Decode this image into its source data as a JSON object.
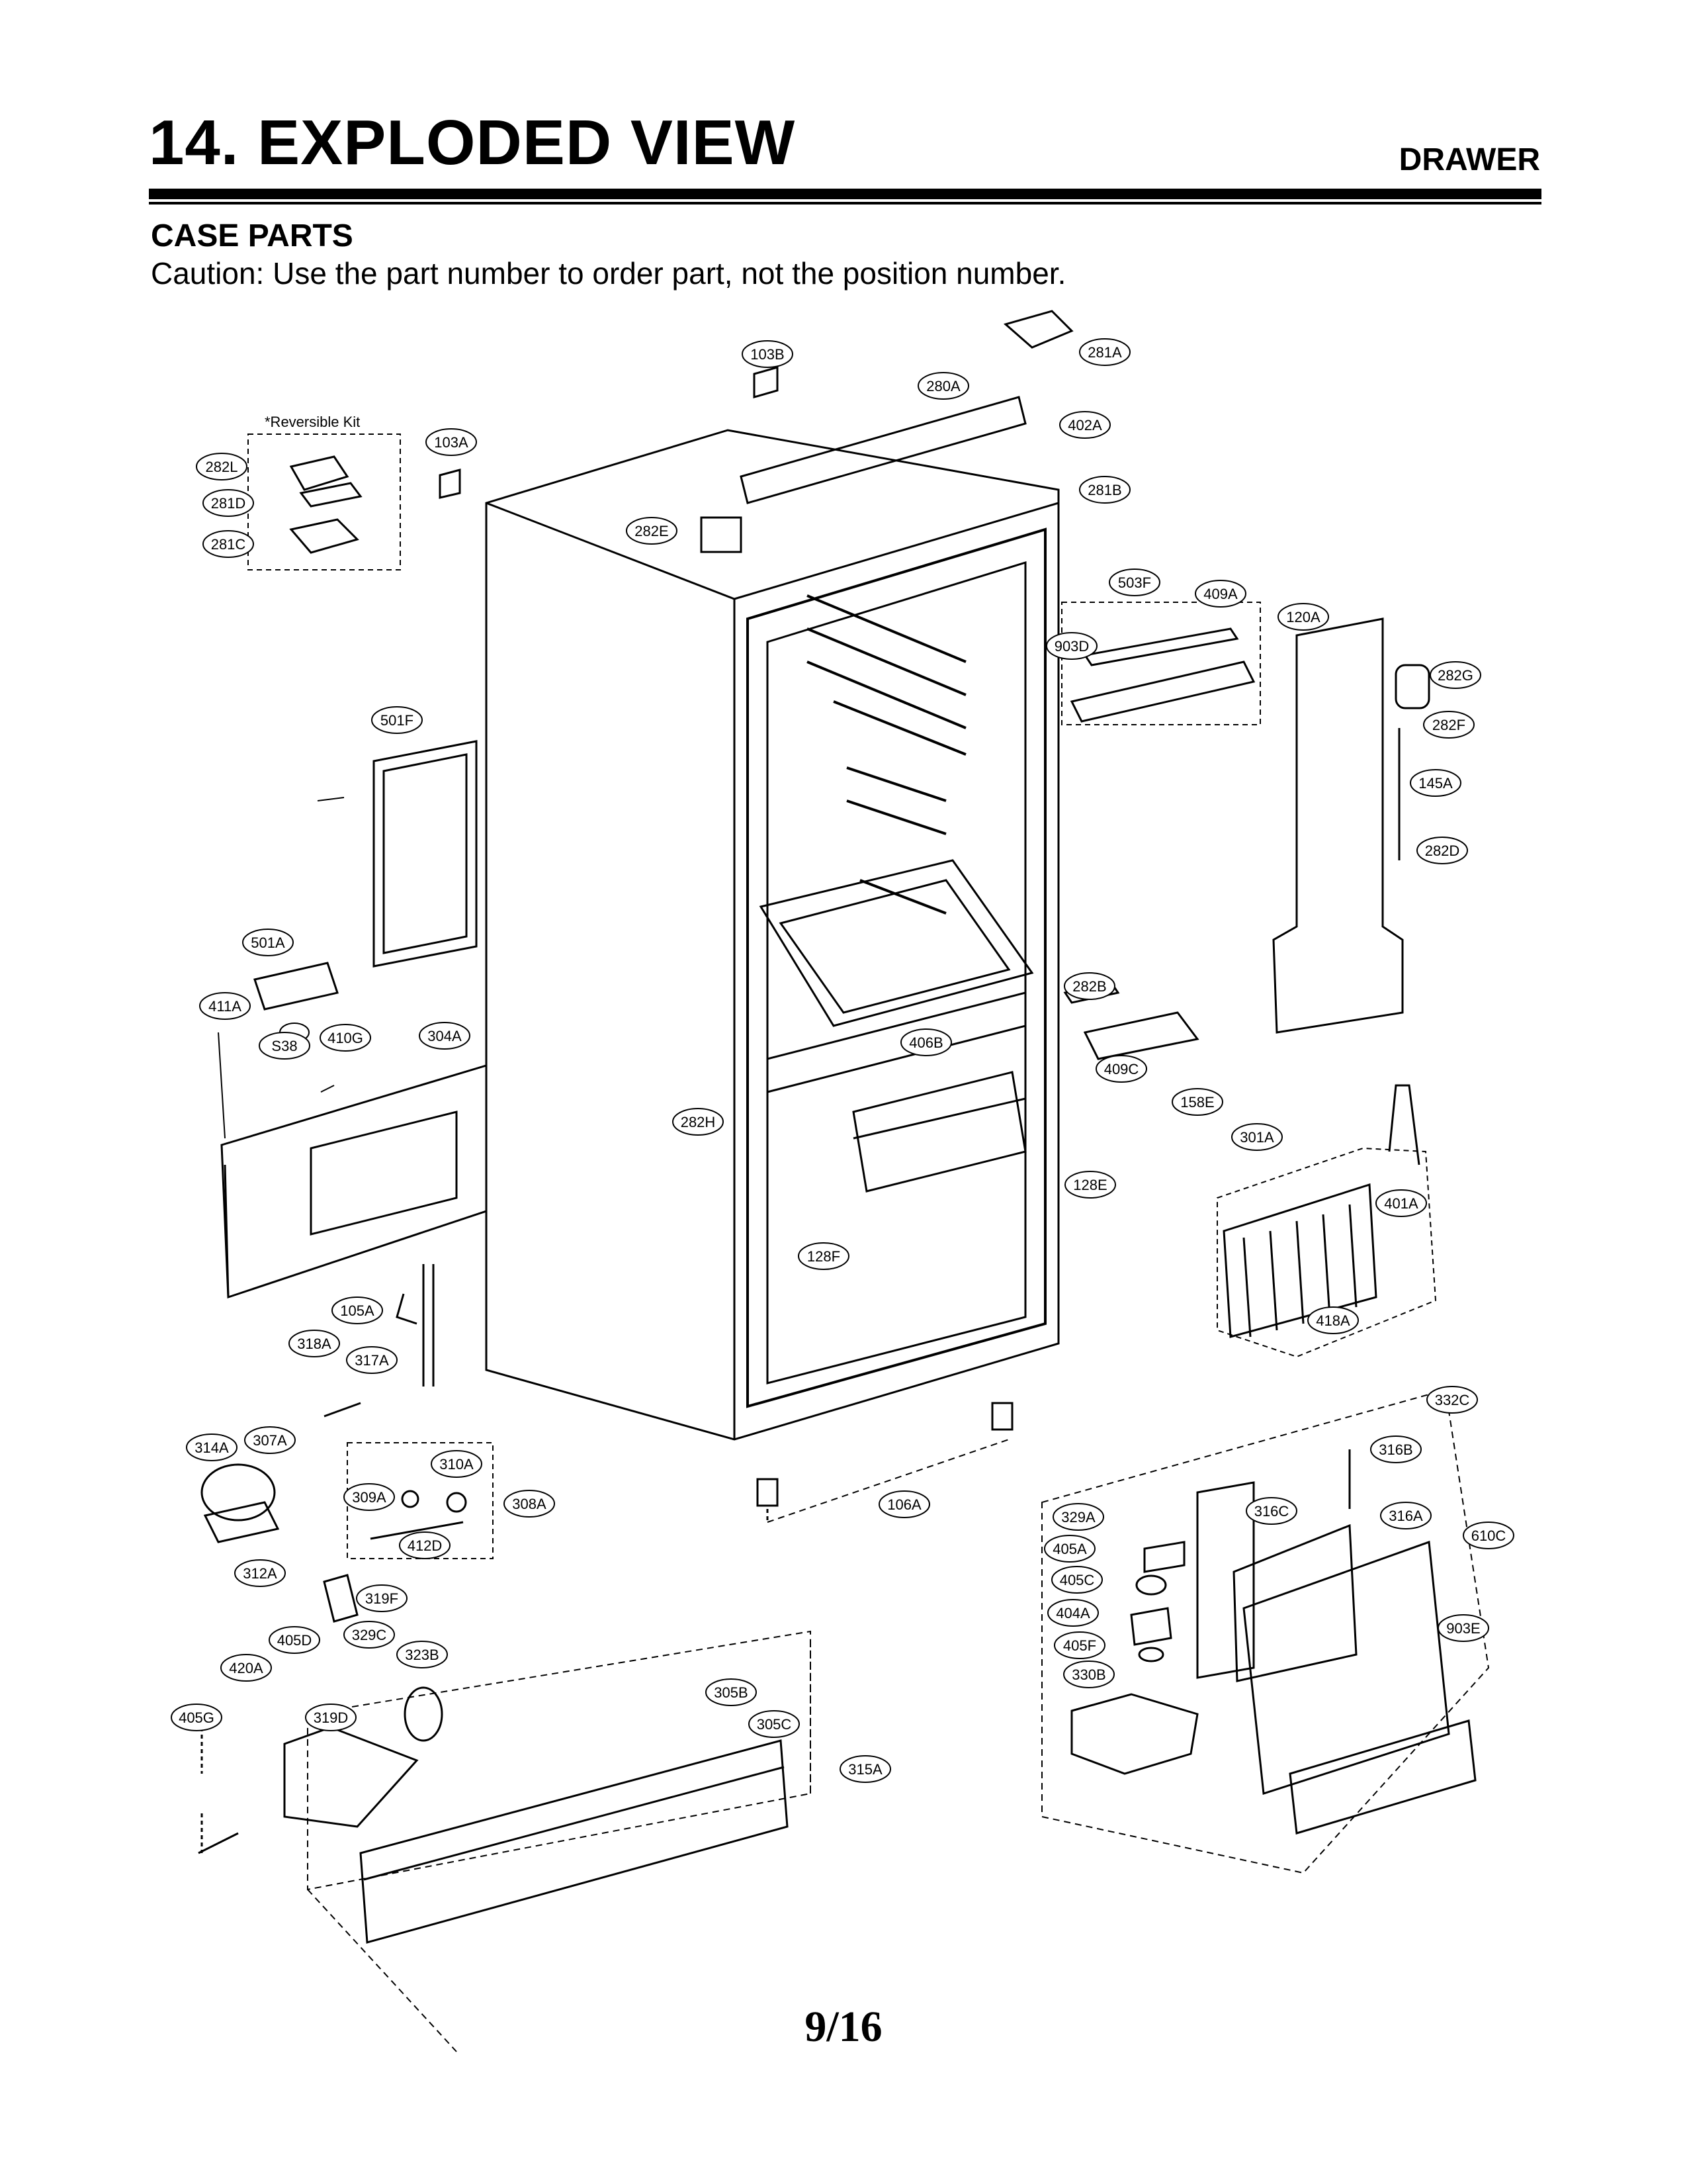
{
  "header": {
    "title": "14. EXPLODED VIEW",
    "section": "DRAWER",
    "subtitle": "CASE PARTS",
    "caution": "Caution: Use the part number to order part, not the position number."
  },
  "diagram": {
    "kit_label": "*Reversible Kit",
    "callouts": [
      "103B",
      "281A",
      "280A",
      "402A",
      "281B",
      "103A",
      "282L",
      "281D",
      "281C",
      "282E",
      "503F",
      "409A",
      "903D",
      "120A",
      "282G",
      "282F",
      "145A",
      "282D",
      "501F",
      "501A",
      "411A",
      "410G",
      "304A",
      "S38",
      "282B",
      "406B",
      "409C",
      "158E",
      "282H",
      "301A",
      "128E",
      "401A",
      "128F",
      "418A",
      "105A",
      "318A",
      "317A",
      "332C",
      "316B",
      "314A",
      "307A",
      "310A",
      "309A",
      "308A",
      "106A",
      "329A",
      "316C",
      "316A",
      "610C",
      "412D",
      "405A",
      "405C",
      "312A",
      "404A",
      "903E",
      "319F",
      "405D",
      "329C",
      "405F",
      "420A",
      "323B",
      "330B",
      "405G",
      "319D",
      "305B",
      "305C",
      "315A"
    ]
  },
  "footer": {
    "page": "9/16"
  }
}
